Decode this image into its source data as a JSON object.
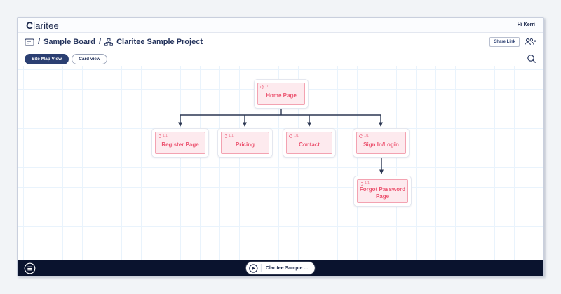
{
  "topbar": {
    "logo_c": "C",
    "logo_rest": "laritee",
    "greeting": "Hi Kerri"
  },
  "breadcrumb": {
    "sep1": "/",
    "board_label": "Sample Board",
    "sep2": "/",
    "project_label": "Claritee Sample Project"
  },
  "actions": {
    "share_button_label": "Share Link"
  },
  "view_toggle": {
    "sitemap_label": "Site Map View",
    "card_label": "Card view"
  },
  "canvas": {
    "nodes": [
      {
        "label": "Home Page",
        "badge": "1/1"
      },
      {
        "label": "Register Page",
        "badge": "1/1"
      },
      {
        "label": "Pricing",
        "badge": "1/1"
      },
      {
        "label": "Contact",
        "badge": "1/1"
      },
      {
        "label": "Sign In/Login",
        "badge": "1/1"
      },
      {
        "label": "Forgot Password Page",
        "badge": "1/1"
      }
    ]
  },
  "bottombar": {
    "board_pill_label": "Claritee Sample ..."
  },
  "colors": {
    "navy": "#2b3f72",
    "dark_bar": "#0a132e",
    "node_pink_bg": "#fdeaee",
    "node_pink_border": "#f3a2b1",
    "node_text": "#ec5571",
    "grid_line": "#e9f3fc",
    "connector": "#2c3752"
  }
}
